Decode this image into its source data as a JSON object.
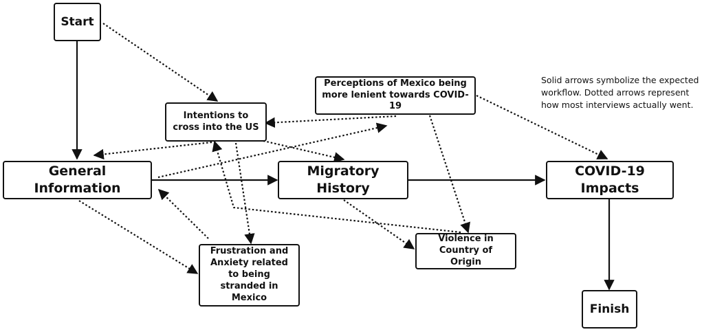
{
  "nodes": {
    "start": "Start",
    "intentions": "Intentions to cross into the US",
    "perceptions": "Perceptions of Mexico being more lenient towards COVID-19",
    "general": "General Information",
    "migratory": "Migratory History",
    "covid": "COVID-19 Impacts",
    "frustration": "Frustration and Anxiety related to being stranded in Mexico",
    "violence": "Violence in Country of Origin",
    "finish": "Finish"
  },
  "legend": {
    "note": "Solid arrows symbolize the expected workflow. Dotted arrows represent how most interviews actually went."
  },
  "colors": {
    "stroke": "#111111",
    "background": "#ffffff"
  }
}
